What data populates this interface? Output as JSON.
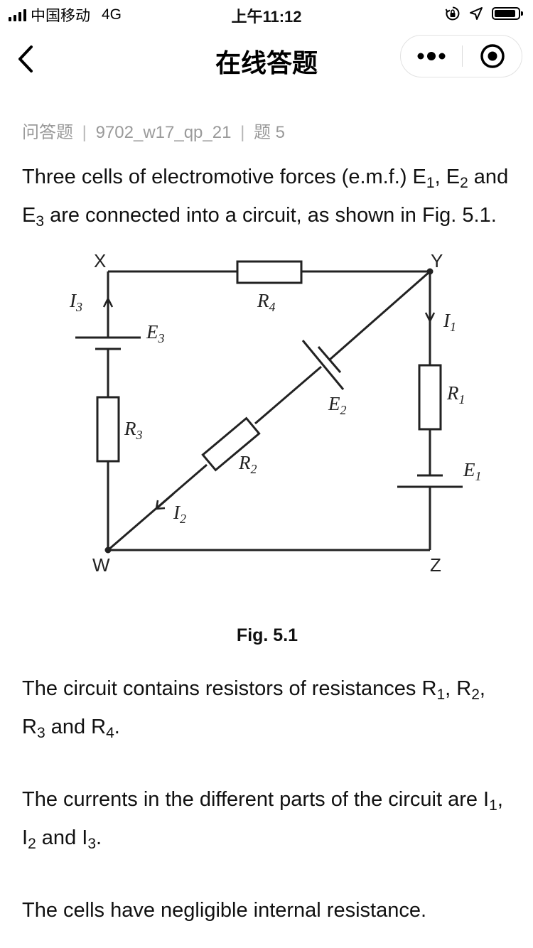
{
  "status_bar": {
    "carrier": "中国移动",
    "network": "4G",
    "time": "上午11:12"
  },
  "nav": {
    "title": "在线答题"
  },
  "breadcrumb": {
    "type": "问答题",
    "separator": "|",
    "paper": "9702_w17_qp_21",
    "question": "题 5"
  },
  "question": {
    "intro": {
      "t1": "Three cells of electromotive forces (e.m.f.) E",
      "s1": "1",
      "t2": ", E",
      "s2": "2",
      "t3": " and E",
      "s3": "3",
      "t4": " are connected into a circuit, as shown in Fig. 5.1."
    },
    "figure": {
      "labels": {
        "X": "X",
        "Y": "Y",
        "W": "W",
        "Z": "Z",
        "I1": "I",
        "I1_sub": "1",
        "I2": "I",
        "I2_sub": "2",
        "I3": "I",
        "I3_sub": "3",
        "E1": "E",
        "E1_sub": "1",
        "E2": "E",
        "E2_sub": "2",
        "E3": "E",
        "E3_sub": "3",
        "R1": "R",
        "R1_sub": "1",
        "R2": "R",
        "R2_sub": "2",
        "R3": "R",
        "R3_sub": "3",
        "R4": "R",
        "R4_sub": "4"
      },
      "caption": "Fig. 5.1"
    },
    "resistors": {
      "t1": "The circuit contains resistors of resistances R",
      "s1": "1",
      "t2": ", R",
      "s2": "2",
      "t3": ", R",
      "s3": "3",
      "t4": " and R",
      "s4": "4",
      "t5": "."
    },
    "currents": {
      "t1": "The currents in the different parts of the circuit are I",
      "s1": "1",
      "t2": ", I",
      "s2": "2",
      "t3": " and I",
      "s3": "3",
      "t4": "."
    },
    "cells": "The cells have negligible internal resistance."
  },
  "icons": {
    "back": "chevron-left-icon",
    "more": "more-dots-icon",
    "close": "target-circle-icon",
    "lock": "rotation-lock-icon",
    "location": "location-arrow-icon",
    "battery": "battery-icon",
    "signal": "signal-bars-icon"
  }
}
